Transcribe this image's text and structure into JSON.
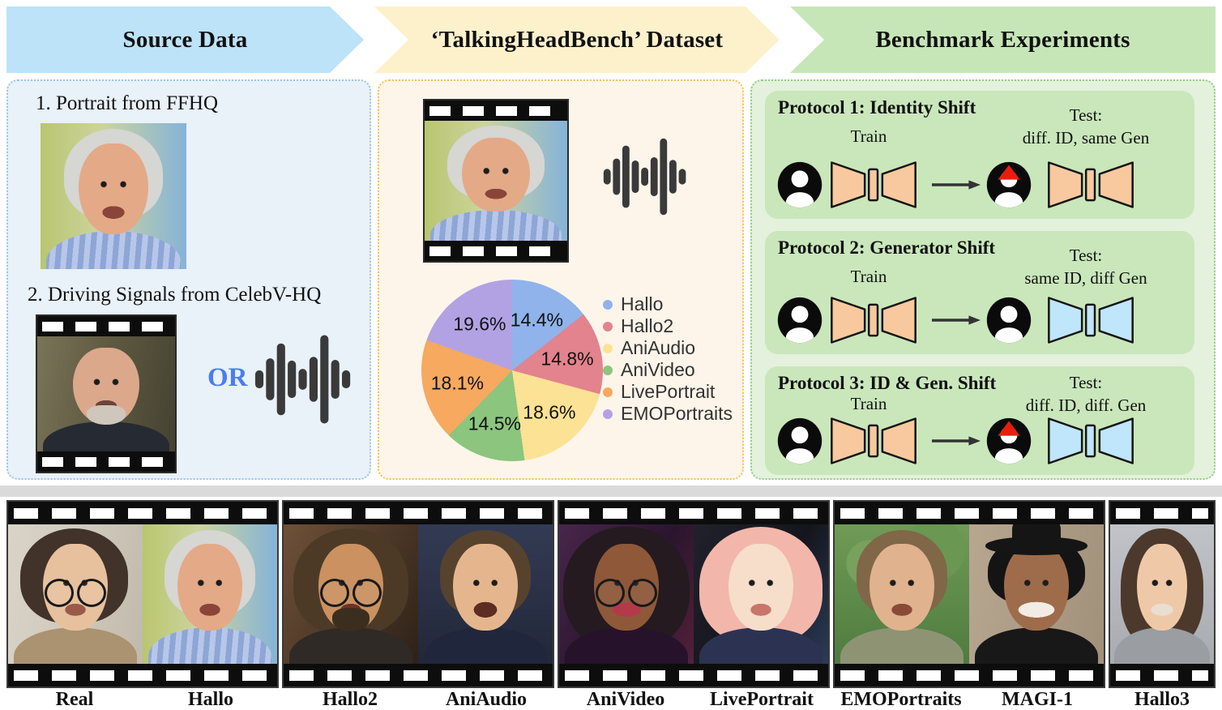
{
  "header": {
    "banners": [
      {
        "label": "Source Data",
        "color": "#bce3f8"
      },
      {
        "label": "‘TalkingHeadBench’ Dataset",
        "color": "#fdf1cc"
      },
      {
        "label": "Benchmark Experiments",
        "color": "#c6e6b7"
      }
    ]
  },
  "source_panel": {
    "item1_label": "1. Portrait from FFHQ",
    "item2_label": "2. Driving Signals from CelebV-HQ",
    "or_label": "OR"
  },
  "chart_data": {
    "type": "pie",
    "title": "",
    "labels": [
      "Hallo",
      "Hallo2",
      "AniAudio",
      "AniVideo",
      "LivePortrait",
      "EMOPortraits"
    ],
    "values": [
      14.4,
      14.8,
      18.6,
      14.5,
      18.1,
      19.6
    ],
    "value_labels": [
      "14.4%",
      "14.8%",
      "18.6%",
      "14.5%",
      "18.1%",
      "19.6%"
    ],
    "colors": [
      "#8fb3ea",
      "#e2838d",
      "#fbe294",
      "#8cc57e",
      "#f6a95f",
      "#b3a2e3"
    ],
    "legend_position": "right",
    "start_angle_deg": 0,
    "direction": "clockwise"
  },
  "benchmark_panel": {
    "protocols": [
      {
        "title": "Protocol 1: Identity Shift",
        "train_label": "Train",
        "test_label": "Test:",
        "test_condition": "diff. ID, same Gen",
        "train_generator_color": "#f8c99e",
        "test_generator_color": "#f8c99e",
        "test_identity_changed": true
      },
      {
        "title": "Protocol 2: Generator Shift",
        "train_label": "Train",
        "test_label": "Test:",
        "test_condition": "same ID, diff Gen",
        "train_generator_color": "#f8c99e",
        "test_generator_color": "#bfe6fa",
        "test_identity_changed": false
      },
      {
        "title": "Protocol 3: ID & Gen. Shift",
        "train_label": "Train",
        "test_label": "Test:",
        "test_condition": "diff. ID, diff. Gen",
        "train_generator_color": "#f8c99e",
        "test_generator_color": "#bfe6fa",
        "test_identity_changed": true
      }
    ]
  },
  "filmstrip": {
    "labels": [
      "Real",
      "Hallo",
      "Hallo2",
      "AniAudio",
      "AniVideo",
      "LivePortrait",
      "EMOPortraits",
      "MAGI-1",
      "Hallo3"
    ]
  },
  "palette": {
    "banner_blue": "#bce3f8",
    "banner_cream": "#fdf1cc",
    "banner_green": "#c6e6b7",
    "panel_blue_bg": "#e9f1f9",
    "panel_cream_bg": "#fdf5ea",
    "panel_green_bg": "#e4f1dc",
    "protocol_box_green": "#c9e7bb",
    "or_blue": "#4a7df0",
    "generator_orange": "#f8c99e",
    "generator_blue": "#bfe6fa",
    "identity_hat_red": "#ea1d0d"
  }
}
